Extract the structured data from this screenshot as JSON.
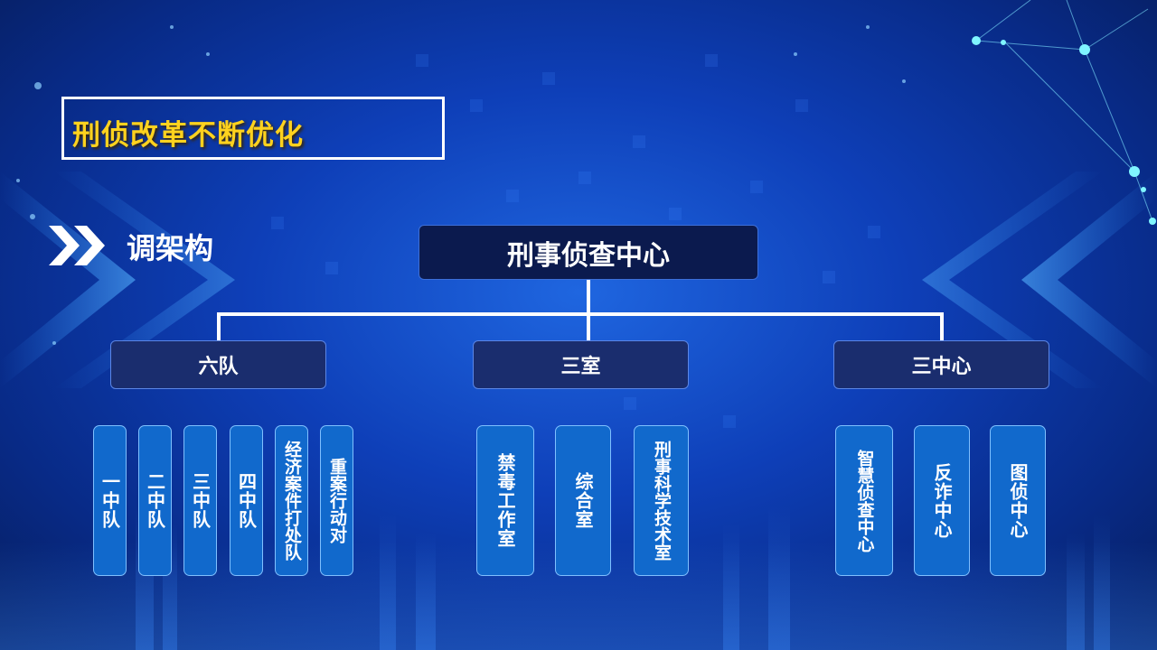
{
  "title": "刑侦改革不断优化",
  "subtitle": "调架构",
  "root": "刑事侦查中心",
  "groups": [
    {
      "label": "六队",
      "items": [
        "一中队",
        "二中队",
        "三中队",
        "四中队",
        "经济案件打处队",
        "重案行动对"
      ]
    },
    {
      "label": "三室",
      "items": [
        "禁毒工作室",
        "综合室",
        "刑事科学技术室"
      ]
    },
    {
      "label": "三中心",
      "items": [
        "智慧侦查中心",
        "反诈中心",
        "图侦中心"
      ]
    }
  ],
  "colors": {
    "title": "#ffd21e",
    "background": "#0e3fb8",
    "leaf": "#1169cc",
    "root": "#0b1a4e"
  },
  "icons": {
    "subtitle_marker": "double-chevron-right-icon"
  }
}
